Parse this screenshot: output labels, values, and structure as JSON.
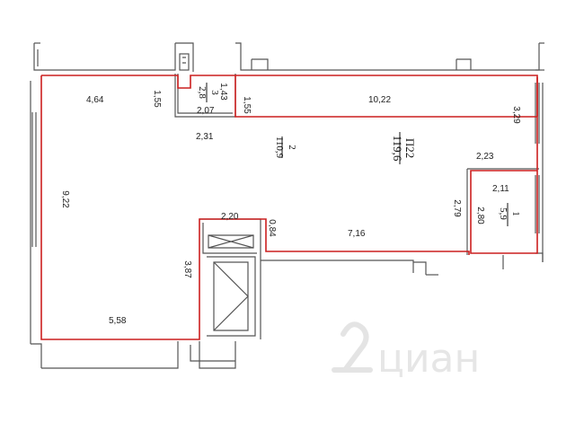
{
  "plan": {
    "unit_number": "П22",
    "total_area": "119,6",
    "rooms": [
      {
        "number": "2",
        "area": "110,9"
      },
      {
        "number": "1",
        "area": "5,9"
      },
      {
        "number": "3",
        "area": "2,8"
      }
    ],
    "dimensions": {
      "d_464": "4,64",
      "d_155_left": "1,55",
      "d_143": "1,43",
      "d_207": "2,07",
      "d_155_right": "1,55",
      "d_1022": "10,22",
      "d_329": "3,29",
      "d_231": "2,31",
      "d_223": "2,23",
      "d_211": "2,11",
      "d_279": "2,79",
      "d_280": "2,80",
      "d_922": "9,22",
      "d_220": "2,20",
      "d_084": "0,84",
      "d_716": "7,16",
      "d_387": "3,87",
      "d_558": "5,58"
    },
    "colors": {
      "outline": "#cc1f1f",
      "walls": "#444444",
      "watermark": "#e6e6e6"
    }
  },
  "watermark": {
    "text": "циан",
    "icon": "cian-logo-icon"
  }
}
